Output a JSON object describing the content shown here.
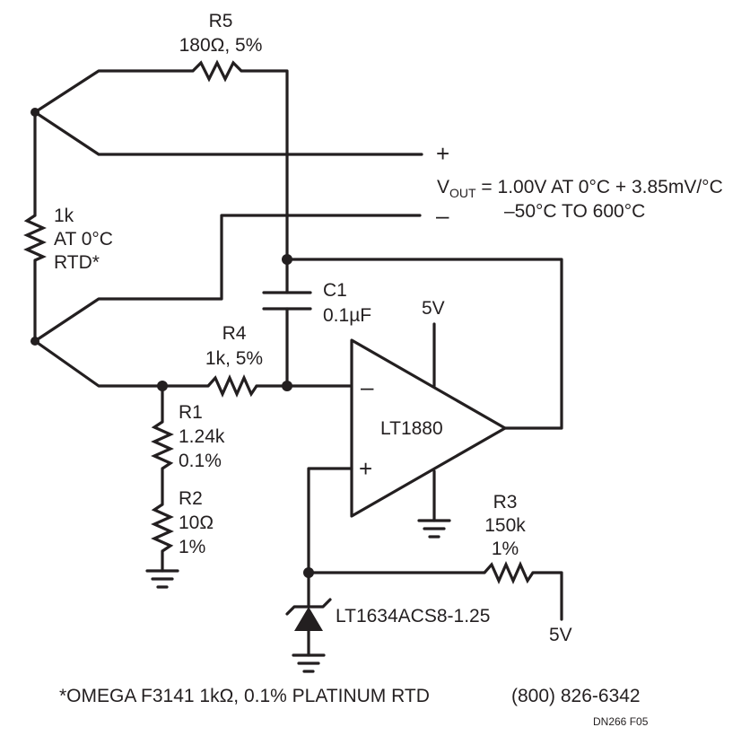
{
  "r5": {
    "ref": "R5",
    "value": "180Ω, 5%"
  },
  "rtd": {
    "line1": "1k",
    "line2": "AT 0°C",
    "line3": "RTD*"
  },
  "output": {
    "plus": "+",
    "minus": "–",
    "vout_v": "V",
    "vout_sub": "OUT",
    "formula": " = 1.00V AT 0°C + 3.85mV/°C",
    "range": "–50°C TO 600°C"
  },
  "c1": {
    "ref": "C1",
    "value": "0.1µF"
  },
  "r4": {
    "ref": "R4",
    "value": "1k, 5%"
  },
  "opamp": {
    "name": "LT1880",
    "supply": "5V",
    "inv": "–",
    "noninv": "+"
  },
  "r1": {
    "ref": "R1",
    "value": "1.24k",
    "tol": "0.1%"
  },
  "r2": {
    "ref": "R2",
    "value": "10Ω",
    "tol": "1%"
  },
  "r3": {
    "ref": "R3",
    "value": "150k",
    "tol": "1%",
    "supply": "5V"
  },
  "reference": {
    "name": "LT1634ACS8-1.25"
  },
  "footnote": "*OMEGA F3141 1kΩ, 0.1% PLATINUM RTD",
  "phone": "(800) 826-6342",
  "figure_id": "DN266 F05"
}
